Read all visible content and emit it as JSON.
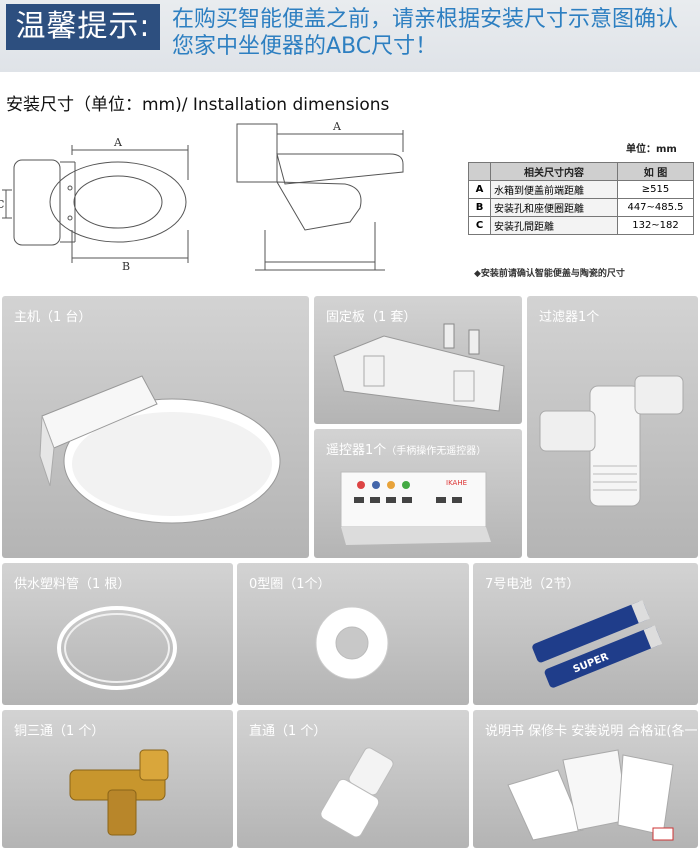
{
  "banner": {
    "badge": "温馨提示:",
    "line1": "在购买智能便盖之前，请亲根据安装尺寸示意图确认",
    "line2": "您家中坐便器的ABC尺寸！"
  },
  "install": {
    "title": "安装尺寸（单位：mm)/ Installation dimensions",
    "dim_a": "A",
    "dim_b": "B",
    "dim_c": "C",
    "unit": "单位：mm",
    "table": {
      "headers": [
        "",
        "相关尺寸内容",
        "如 图"
      ],
      "rows": [
        {
          "key": "A",
          "desc": "水箱到便盖前端距離",
          "value": "≥515"
        },
        {
          "key": "B",
          "desc": "安装孔和座便圈距離",
          "value": "447~485.5"
        },
        {
          "key": "C",
          "desc": "安装孔間距離",
          "value": "132~182"
        }
      ]
    },
    "note": "◆安装前请确认智能便盖与陶瓷的尺寸"
  },
  "items": {
    "main": "主机（1 台）",
    "plate": "固定板（1 套）",
    "remote": "遥控器1个",
    "remote_note": "（手柄操作无遥控器）",
    "filter": "过滤器1个",
    "pipe": "供水塑料管（1 根）",
    "oring": "0型圈（1个）",
    "battery": "7号电池（2节）",
    "tee": "铜三通（1 个）",
    "connector": "直通（1 个）",
    "docs": "说明书 保修卡 安装说明 合格证(各一)"
  },
  "product_text": {
    "remote_brand": "IKAHE",
    "battery_brand": "SUPER"
  }
}
